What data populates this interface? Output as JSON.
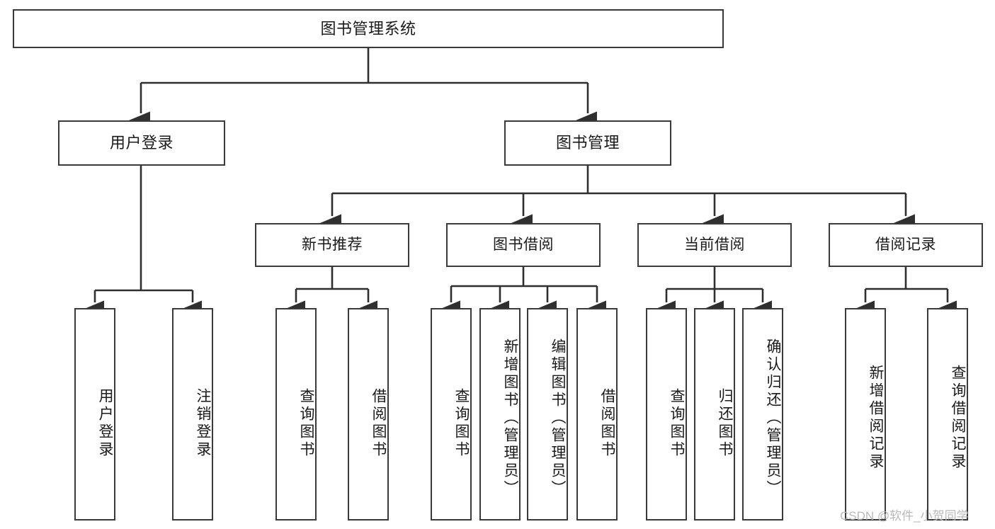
{
  "diagram": {
    "type": "tree-hierarchy-flowchart",
    "title": "图书管理系统",
    "watermark": "CSDN @软件_小贺同学",
    "colors": {
      "border": "#3a3a3a",
      "text": "#1a1a1a",
      "background": "#ffffff",
      "connector": "#2f2f2f",
      "watermark": "#b9b9b9"
    },
    "nodes": {
      "root": {
        "label": "图书管理系统"
      },
      "level2": [
        {
          "label": "用户登录"
        },
        {
          "label": "图书管理"
        }
      ],
      "level3": [
        {
          "label": "新书推荐"
        },
        {
          "label": "图书借阅"
        },
        {
          "label": "当前借阅"
        },
        {
          "label": "借阅记录"
        }
      ],
      "leaves": {
        "user_login": [
          {
            "label": "用户登录"
          },
          {
            "label": "注销登录"
          }
        ],
        "new_book_recommend": [
          {
            "label": "查询图书"
          },
          {
            "label": "借阅图书"
          }
        ],
        "book_borrow": [
          {
            "label": "查询图书"
          },
          {
            "label": "新增图书（管理员）"
          },
          {
            "label": "编辑图书（管理员）"
          },
          {
            "label": "借阅图书"
          }
        ],
        "current_borrow": [
          {
            "label": "查询图书"
          },
          {
            "label": "归还图书"
          },
          {
            "label": "确认归还（管理员）"
          }
        ],
        "borrow_record": [
          {
            "label": "新增借阅记录"
          },
          {
            "label": "查询借阅记录"
          }
        ]
      }
    }
  }
}
